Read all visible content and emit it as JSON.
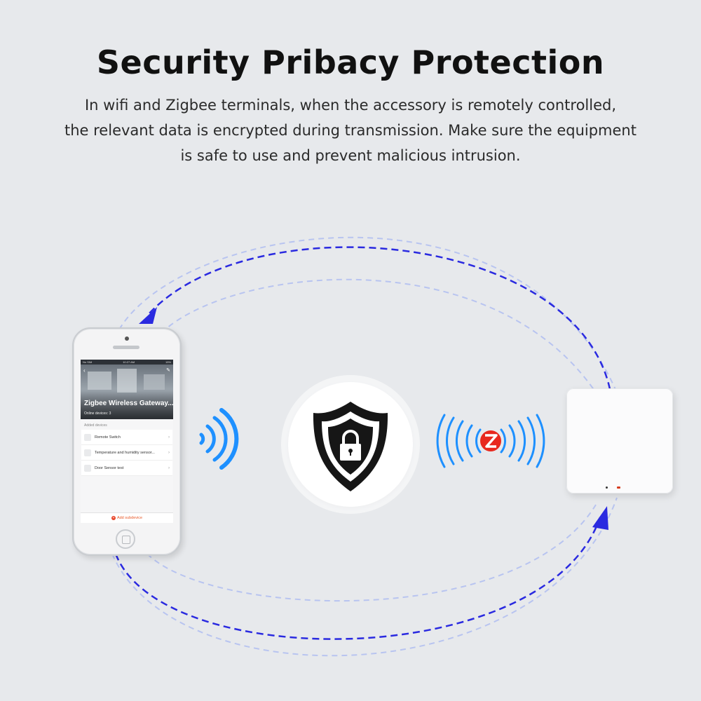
{
  "header": {
    "title": "Security Pribacy Protection",
    "description_lines": [
      "In wifi and Zigbee terminals, when the accessory is remotely controlled,",
      "the relevant data is encrypted during transmission. Make sure the equipment",
      "is safe to use and prevent malicious intrusion."
    ]
  },
  "phone_app": {
    "status_carrier": "No SIM",
    "status_time": "10:27 AM",
    "status_battery": "15%",
    "gateway_name": "Zigbee Wireless Gateway...",
    "online_devices": "Online devices: 3",
    "added_devices_label": "Added devices",
    "devices": [
      {
        "label": "Remote Switch"
      },
      {
        "label": "Temperature and humidity sensor..."
      },
      {
        "label": "Door Sensor test"
      }
    ],
    "add_subdevice": "Add subdevice"
  },
  "colors": {
    "background": "#e7e9ec",
    "wifi_blue": "#1e90ff",
    "arrow_dark": "#2a2ae0",
    "arrow_light": "#b7c2f0",
    "zigbee_red": "#e8281e",
    "shield_black": "#161616"
  },
  "icons": {
    "wifi": "wifi-waves-icon",
    "shield": "shield-lock-icon",
    "zigbee": "zigbee-logo-icon"
  }
}
